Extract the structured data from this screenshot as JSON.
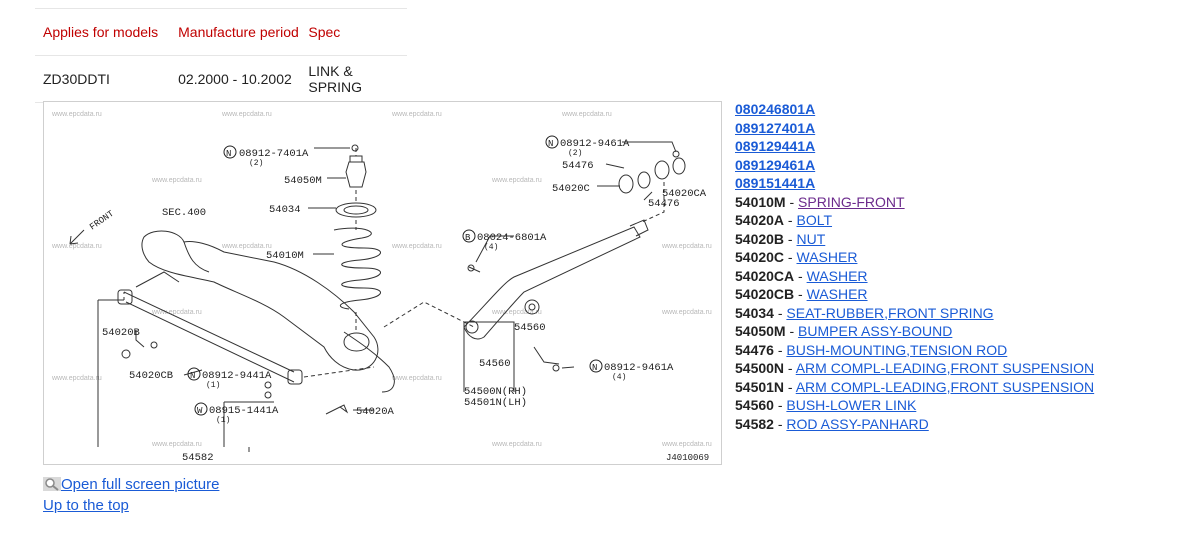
{
  "spec_table": {
    "headers": [
      "Applies for models",
      "Manufacture period",
      "Spec"
    ],
    "row": [
      "ZD30DDTI",
      "02.2000 - 10.2002",
      "LINK & SPRING"
    ]
  },
  "diagram": {
    "watermark": "www.epcdata.ru",
    "sheet_code": "J4010069",
    "labels": {
      "sec": "SEC.400",
      "front": "FRONT",
      "n1": "08912-7401A",
      "n1q": "(2)",
      "p54050m": "54050M",
      "p54034": "54034",
      "p54010m": "54010M",
      "n2": "08912-9461A",
      "n2q": "(2)",
      "p54476a": "54476",
      "p54020c": "54020C",
      "p54020ca": "54020CA",
      "p54476b": "54476",
      "b1": "08024-6801A",
      "b1q": "(4)",
      "p54560a": "54560",
      "p54560b": "54560",
      "p54500n": "54500N(RH)",
      "p54501n": "54501N(LH)",
      "n3": "08912-9461A",
      "n3q": "(4)",
      "p54020b": "54020B",
      "p54020cb": "54020CB",
      "n4": "08912-9441A",
      "n4q": "(1)",
      "w1": "08915-1441A",
      "w1q": "(1)",
      "p54020a": "54020A",
      "p54582": "54582"
    }
  },
  "parts": [
    {
      "code": "080246801A",
      "type": "code"
    },
    {
      "code": "089127401A",
      "type": "code"
    },
    {
      "code": "089129441A",
      "type": "code"
    },
    {
      "code": "089129461A",
      "type": "code"
    },
    {
      "code": "089151441A",
      "type": "code"
    },
    {
      "num": "54010M",
      "name": "SPRING-FRONT",
      "visited": true
    },
    {
      "num": "54020A",
      "name": "BOLT"
    },
    {
      "num": "54020B",
      "name": "NUT"
    },
    {
      "num": "54020C",
      "name": "WASHER"
    },
    {
      "num": "54020CA",
      "name": "WASHER"
    },
    {
      "num": "54020CB",
      "name": "WASHER"
    },
    {
      "num": "54034",
      "name": "SEAT-RUBBER,FRONT SPRING"
    },
    {
      "num": "54050M",
      "name": "BUMPER ASSY-BOUND"
    },
    {
      "num": "54476",
      "name": "BUSH-MOUNTING,TENSION ROD"
    },
    {
      "num": "54500N",
      "name": "ARM COMPL-LEADING,FRONT SUSPENSION"
    },
    {
      "num": "54501N",
      "name": "ARM COMPL-LEADING,FRONT SUSPENSION"
    },
    {
      "num": "54560",
      "name": "BUSH-LOWER LINK"
    },
    {
      "num": "54582",
      "name": "ROD ASSY-PANHARD"
    }
  ],
  "links": {
    "full_screen": "Open full screen picture",
    "top": "Up to the top"
  },
  "icons": {
    "zoom": "magnifier-icon",
    "circled_n": "circled-n-icon",
    "circled_b": "circled-b-icon",
    "circled_w": "circled-w-icon"
  },
  "colors": {
    "header_red": "#c00000",
    "link_blue": "#1a5bd6",
    "visited_purple": "#6b2a8c"
  }
}
